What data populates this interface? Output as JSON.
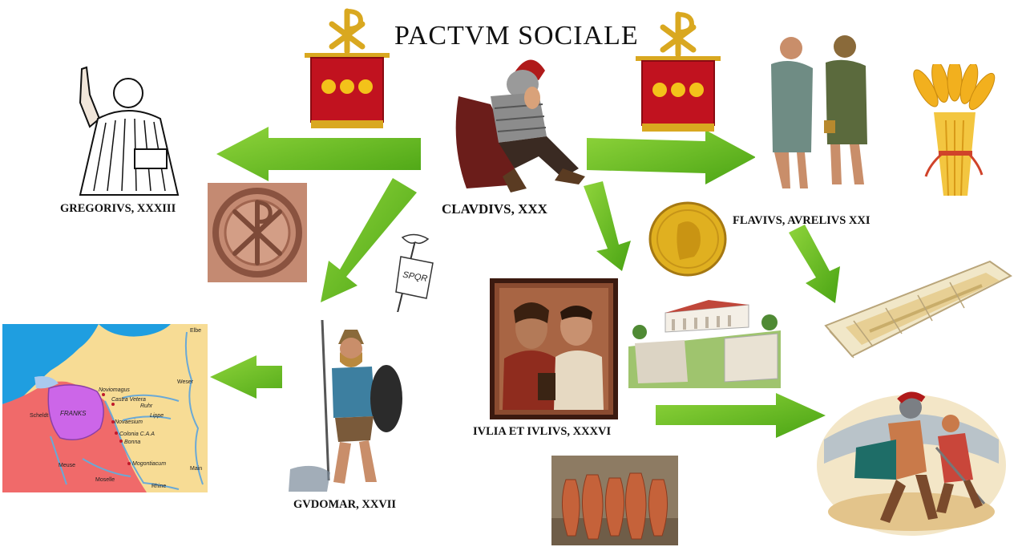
{
  "title": "PACTVM SOCIALE",
  "nodes": {
    "center": "CLAVDIVS, XXX",
    "gregorius": "GREGORIVS, XXXIII",
    "flavius": "FLAVIVS, AVRELIVS XXI",
    "iulia": "IVLIA ET IVLIVS, XXXVI",
    "gudomar": "GVDOMAR, XXVII"
  },
  "banner_text": "SPQR",
  "map": {
    "region": "FRANKS",
    "places": [
      "Noviomagus",
      "Castra Vetera",
      "Ruhr",
      "Lippe",
      "Novaesium",
      "Colonia C.A.A",
      "Bonna",
      "Mogontiacum",
      "Scheldt",
      "Meuse",
      "Moselle",
      "Rhine",
      "Main",
      "Weser",
      "Elbe"
    ]
  },
  "colors": {
    "arrow": "#5cb51f",
    "vexillum": "#c1121f",
    "gold": "#e0b020",
    "map_sea": "#1f9ee0",
    "map_franks": "#cc66e8",
    "map_roman": "#f06a6a",
    "map_land": "#f7dc95"
  }
}
